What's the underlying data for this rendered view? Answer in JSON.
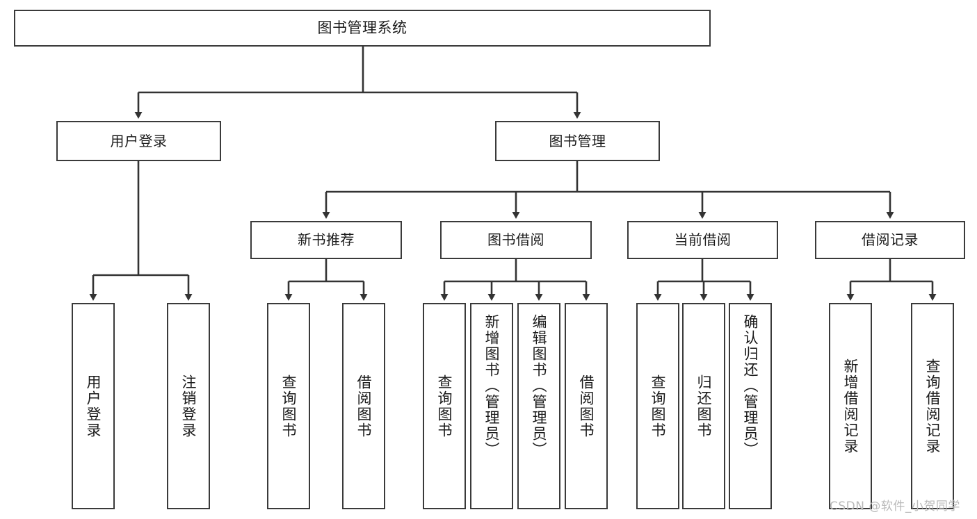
{
  "diagram": {
    "type": "tree",
    "title": "图书管理系统",
    "root": {
      "label": "图书管理系统"
    },
    "level2": [
      {
        "label": "用户登录"
      },
      {
        "label": "图书管理"
      }
    ],
    "level3": [
      {
        "label": "新书推荐"
      },
      {
        "label": "图书借阅"
      },
      {
        "label": "当前借阅"
      },
      {
        "label": "借阅记录"
      }
    ],
    "leaves": {
      "login": [
        {
          "label": "用户登录"
        },
        {
          "label": "注销登录"
        }
      ],
      "newbook": [
        {
          "label": "查询图书"
        },
        {
          "label": "借阅图书"
        }
      ],
      "borrow": [
        {
          "label": "查询图书"
        },
        {
          "label": "新增图书（管理员）"
        },
        {
          "label": "编辑图书（管理员）"
        },
        {
          "label": "借阅图书"
        }
      ],
      "current": [
        {
          "label": "查询图书"
        },
        {
          "label": "归还图书"
        },
        {
          "label": "确认归还（管理员）"
        }
      ],
      "record": [
        {
          "label": "新增借阅记录"
        },
        {
          "label": "查询借阅记录"
        }
      ]
    }
  },
  "watermark": {
    "text": "CSDN @软件_小贺同学"
  },
  "colors": {
    "background": "#ffffff",
    "node_fill": "#ffffff",
    "node_border": "#3a3a3a",
    "connector": "#333333",
    "text": "#1a1a1a",
    "watermark": "#b9b9b9"
  }
}
